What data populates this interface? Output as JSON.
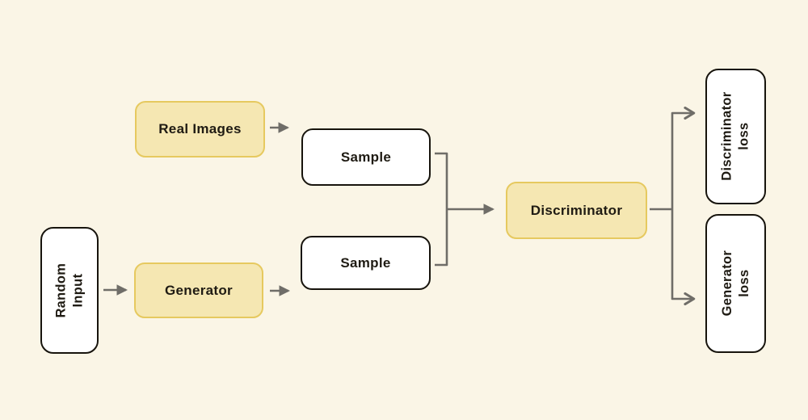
{
  "diagram": {
    "nodes": {
      "real_images": {
        "label": "Real Images",
        "shape": "rounded-rect",
        "variant": "yellow"
      },
      "sample_top": {
        "label": "Sample",
        "shape": "rounded-rect",
        "variant": "white"
      },
      "random_input": {
        "label": "Random Input",
        "shape": "rounded-rect",
        "variant": "white",
        "text_orientation": "vertical"
      },
      "generator": {
        "label": "Generator",
        "shape": "rounded-rect",
        "variant": "yellow"
      },
      "sample_bottom": {
        "label": "Sample",
        "shape": "rounded-rect",
        "variant": "white"
      },
      "discriminator": {
        "label": "Discriminator",
        "shape": "rounded-rect",
        "variant": "yellow"
      },
      "discriminator_loss": {
        "label": "Discriminator\nloss",
        "shape": "rounded-rect",
        "variant": "white",
        "text_orientation": "vertical"
      },
      "generator_loss": {
        "label": "Generator\nloss",
        "shape": "rounded-rect",
        "variant": "white",
        "text_orientation": "vertical"
      }
    },
    "edges": [
      {
        "from": "real_images",
        "to": "sample_top",
        "head": "filled-triangle"
      },
      {
        "from": "random_input",
        "to": "generator",
        "head": "filled-triangle"
      },
      {
        "from": "generator",
        "to": "sample_bottom",
        "head": "filled-triangle"
      },
      {
        "from": "sample_top",
        "to": "merge-junction",
        "head": "none"
      },
      {
        "from": "sample_bottom",
        "to": "merge-junction",
        "head": "none"
      },
      {
        "from": "merge-junction",
        "to": "discriminator",
        "head": "filled-triangle"
      },
      {
        "from": "discriminator",
        "to": "discriminator_loss",
        "head": "open-chevron"
      },
      {
        "from": "discriminator",
        "to": "generator_loss",
        "head": "open-chevron"
      }
    ]
  },
  "colors": {
    "bg": "#faf5e6",
    "box-yellow-fill": "#f5e7b2",
    "box-yellow-border": "#e6c95f",
    "box-white-fill": "#ffffff",
    "box-white-border": "#17140d",
    "line": "#6f6d68",
    "text": "#1f1b13"
  }
}
